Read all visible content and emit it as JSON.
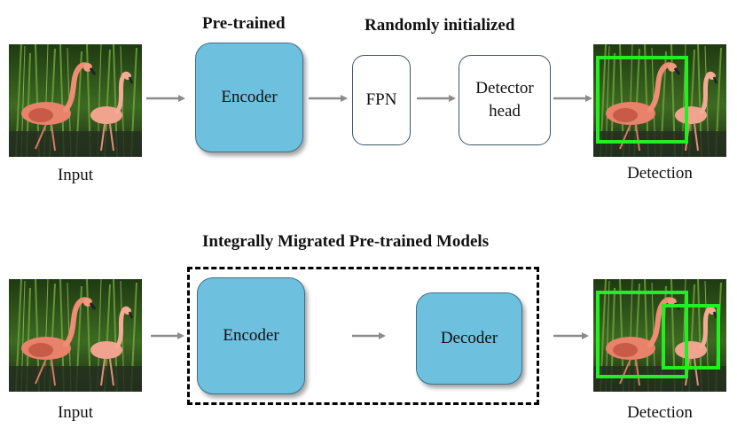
{
  "top_row": {
    "pretrained_heading": "Pre-trained",
    "random_heading": "Randomly initialized",
    "input_caption": "Input",
    "encoder_label": "Encoder",
    "fpn_label": "FPN",
    "detector_head_label": "Detector\nhead",
    "detection_caption": "Detection"
  },
  "bottom_row": {
    "heading": "Integrally Migrated Pre-trained Models",
    "input_caption": "Input",
    "encoder_label": "Encoder",
    "decoder_label": "Decoder",
    "detection_caption": "Detection"
  },
  "colors": {
    "module_fill": "#6ec0df",
    "arrow": "#8c8c8c",
    "detection_box": "#22ee22"
  }
}
